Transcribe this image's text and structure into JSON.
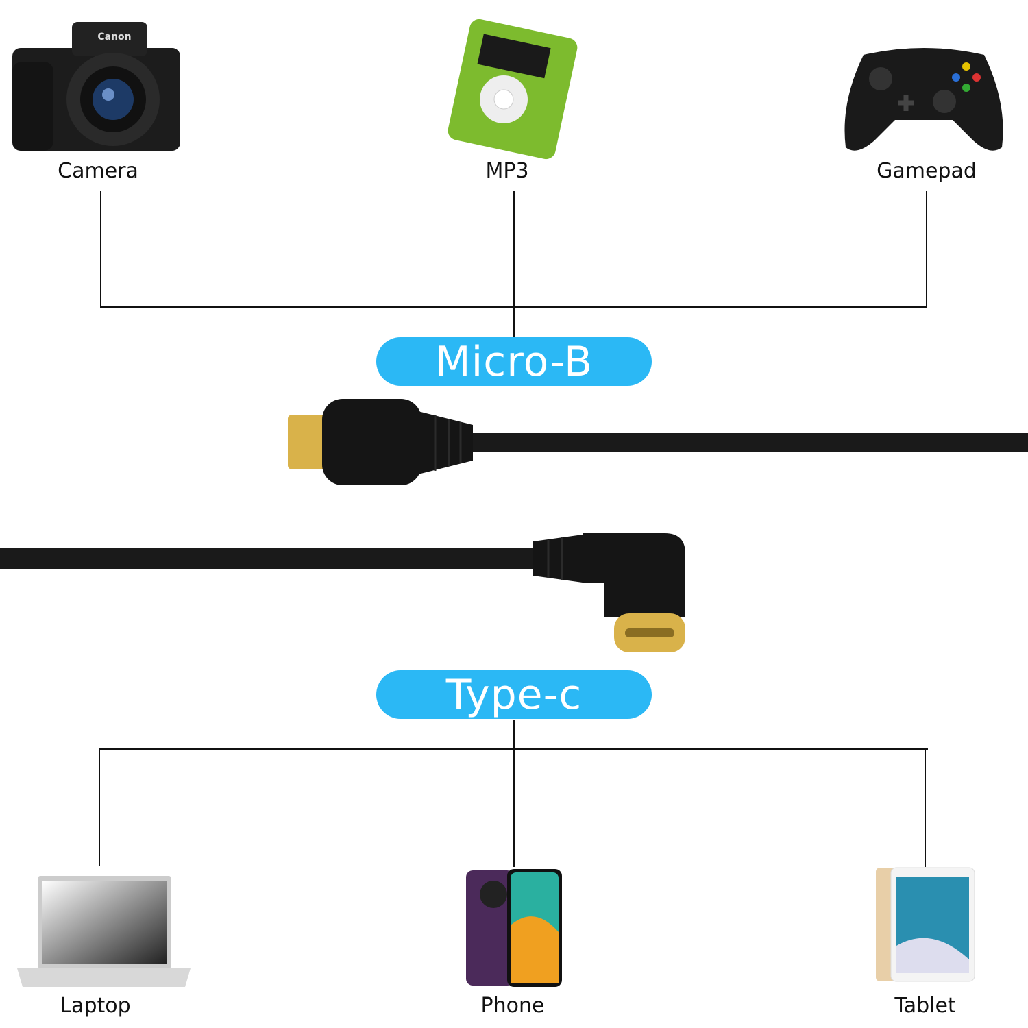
{
  "top_devices": [
    {
      "label": "Camera",
      "icon": "camera-icon"
    },
    {
      "label": "MP3",
      "icon": "mp3-player-icon"
    },
    {
      "label": "Gamepad",
      "icon": "gamepad-icon"
    }
  ],
  "connectors": {
    "top": "Micro-B",
    "bottom": "Type-c"
  },
  "bottom_devices": [
    {
      "label": "Laptop",
      "icon": "laptop-icon"
    },
    {
      "label": "Phone",
      "icon": "phone-icon"
    },
    {
      "label": "Tablet",
      "icon": "tablet-icon"
    }
  ],
  "colors": {
    "pill": "#2bb8f5",
    "line": "#111111",
    "cable": "#1a1a1a",
    "gold": "#d9b24a"
  }
}
